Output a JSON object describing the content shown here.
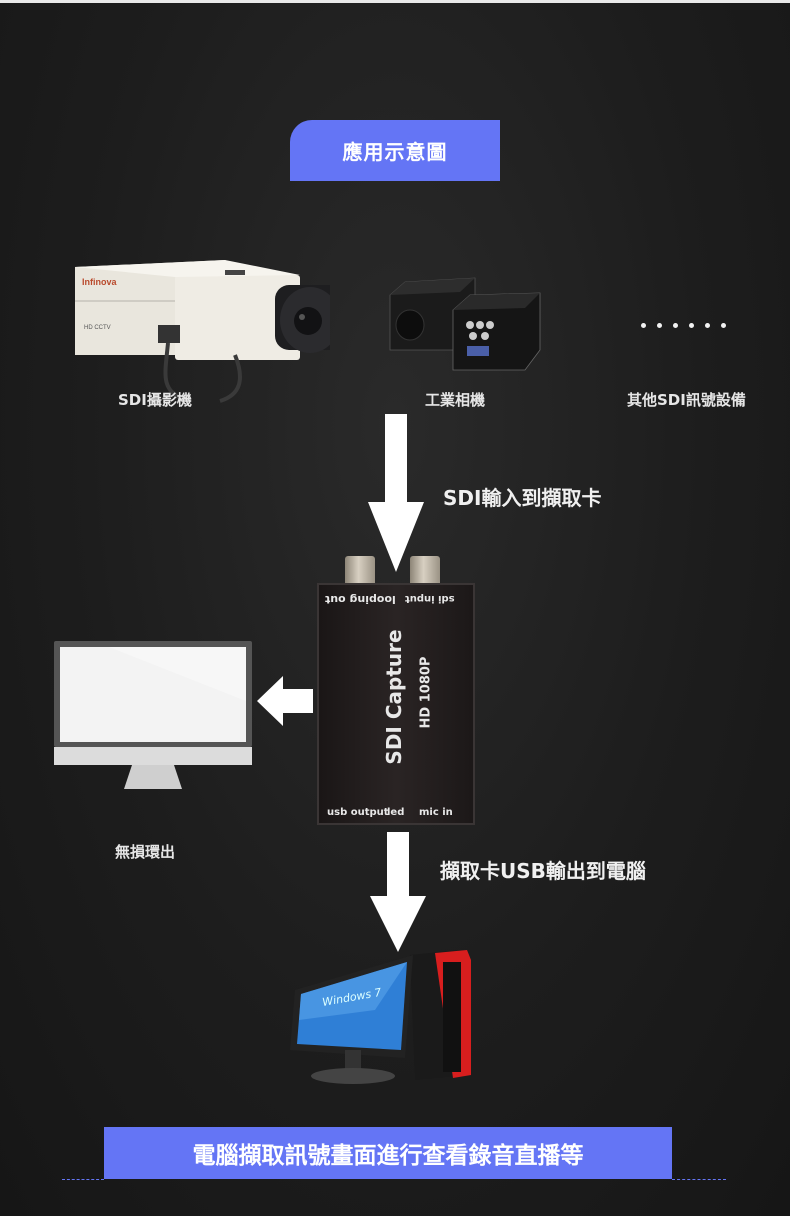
{
  "header": {
    "title": "應用示意圖"
  },
  "sources": [
    {
      "label": "SDI攝影機",
      "icon": "cctv-camera-icon",
      "brand": "Infinova",
      "model_text": "HD CCTV"
    },
    {
      "label": "工業相機",
      "icon": "industrial-camera-icon"
    },
    {
      "label": "其他SDI訊號設備",
      "icon": "more-dots-icon"
    }
  ],
  "flow": {
    "input_label": "SDI輸入到擷取卡",
    "output_label": "擷取卡USB輸出到電腦",
    "loop_label": "無損環出"
  },
  "device": {
    "name": "SDI Capture",
    "subtitle": "HD 1080P",
    "port_top_left": "looping out",
    "port_top_right": "sdi input",
    "port_bottom_left": "usb output",
    "port_bottom_mid": "led",
    "port_bottom_right": "mic in"
  },
  "computer": {
    "screen_text": "Windows 7"
  },
  "footer": {
    "caption": "電腦擷取訊號畫面進行查看錄音直播等"
  },
  "colors": {
    "accent": "#6475f5",
    "background": "#1d1d1d",
    "arrow": "#ffffff"
  }
}
